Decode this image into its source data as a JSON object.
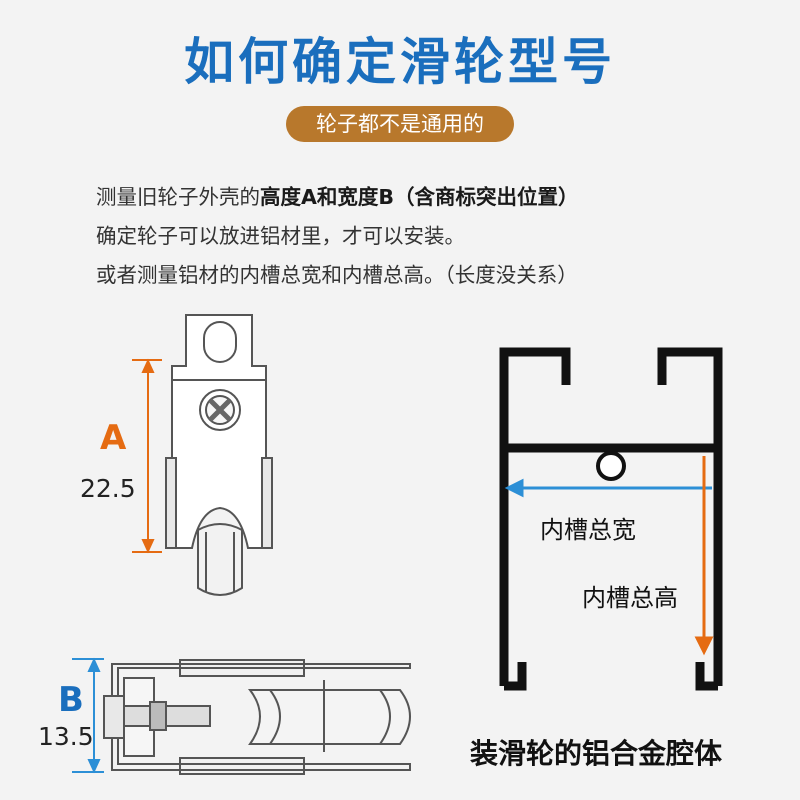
{
  "title": "如何确定滑轮型号",
  "badge": "轮子都不是通用的",
  "instructions": {
    "line1_pre": "测量旧轮子外壳的",
    "line1_bold": "高度A和宽度B（含商标突出位置）",
    "line2": "确定轮子可以放进铝材里，才可以安装。",
    "line3": "或者测量铝材的内槽总宽和内槽总高。（长度没关系）"
  },
  "dimension_a": {
    "label": "A",
    "value": "22.5",
    "color": "#e56b12"
  },
  "dimension_b": {
    "label": "B",
    "value": "13.5",
    "color": "#2c8fd6"
  },
  "profile": {
    "inner_width_label": "内槽总宽",
    "inner_height_label": "内槽总高",
    "caption": "装滑轮的铝合金腔体"
  },
  "colors": {
    "title": "#1a6ebd",
    "badge": "#b8782c",
    "line": "#333333"
  }
}
